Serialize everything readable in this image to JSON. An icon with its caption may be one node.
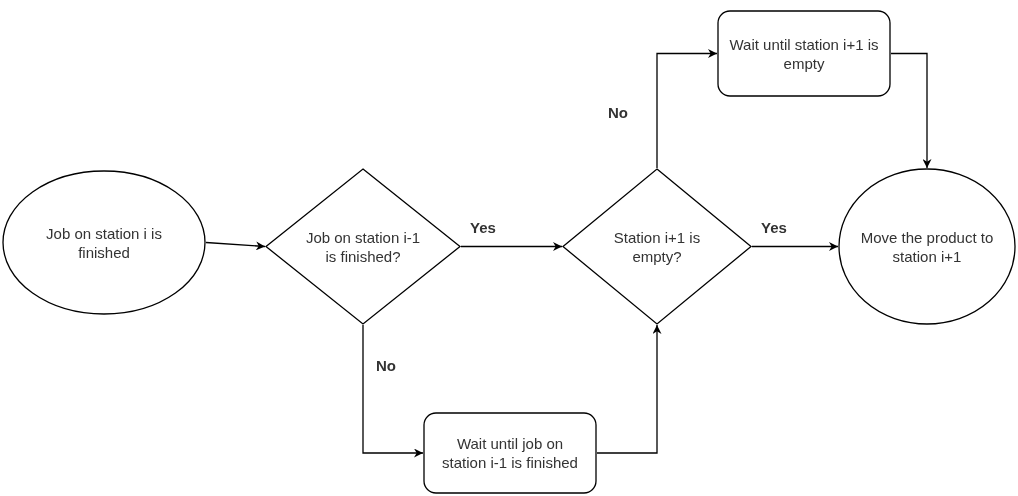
{
  "diagram": {
    "nodes": [
      {
        "text": [
          "Job on station i is finished"
        ]
      },
      {
        "text": [
          "Job on station i-1 is finished?"
        ]
      },
      {
        "text": [
          "Station i+1 is empty?"
        ]
      },
      {
        "text": [
          "Wait until station i+1 is empty"
        ]
      },
      {
        "text": [
          "Move the product to station i+1"
        ]
      },
      {
        "text": [
          "Wait until job on station i-1 is finished"
        ]
      }
    ],
    "edges": [
      {
        "from": 0,
        "to": 1,
        "arrow": "to"
      },
      {
        "from": 1,
        "to": 2,
        "arrow": "to",
        "label": "Yes"
      },
      {
        "from": 2,
        "to": 4,
        "arrow": "to",
        "label": "Yes"
      },
      {
        "from": 2,
        "to": 3,
        "arrow": "to",
        "label": "No"
      },
      {
        "from": 3,
        "to": 4,
        "arrow": "to"
      },
      {
        "from": 1,
        "to": 5,
        "arrow": "to",
        "label": "No"
      },
      {
        "from": 5,
        "to": 2,
        "arrow": "to"
      }
    ]
  }
}
